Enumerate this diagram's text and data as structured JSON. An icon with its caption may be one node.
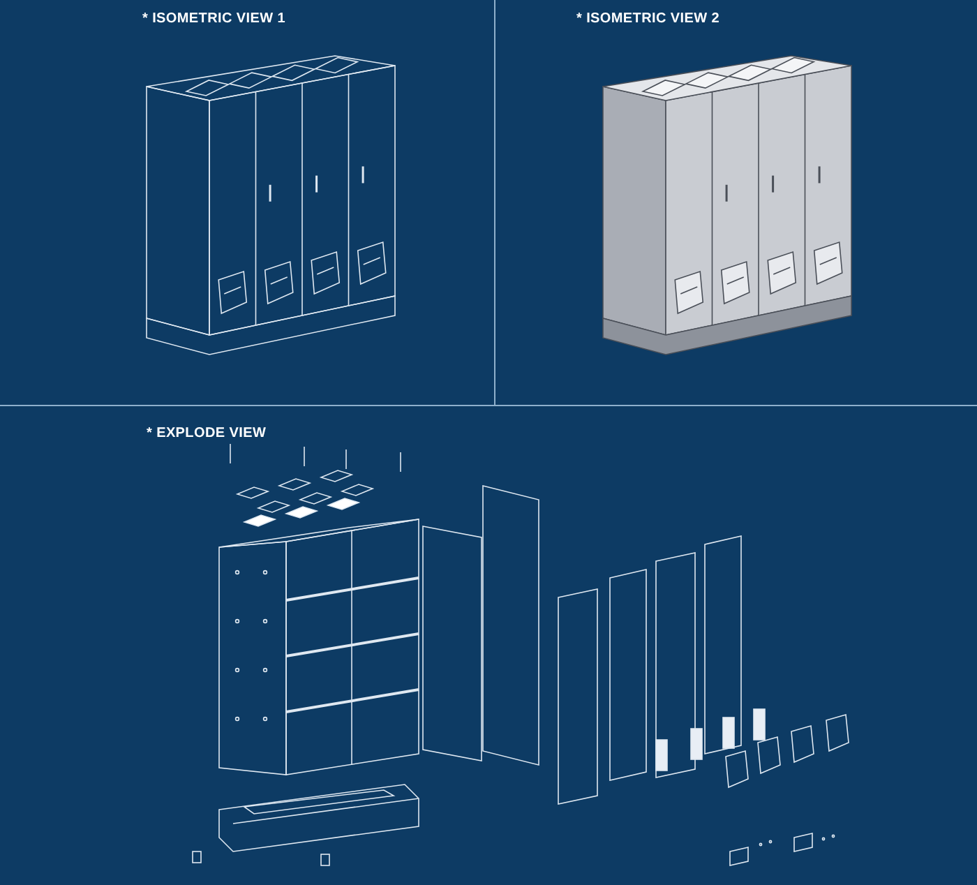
{
  "diagram": {
    "labels": [
      "* ISOMETRIC VIEW 1",
      "* ISOMETRIC VIEW 2",
      "* EXPLODE VIEW"
    ]
  }
}
